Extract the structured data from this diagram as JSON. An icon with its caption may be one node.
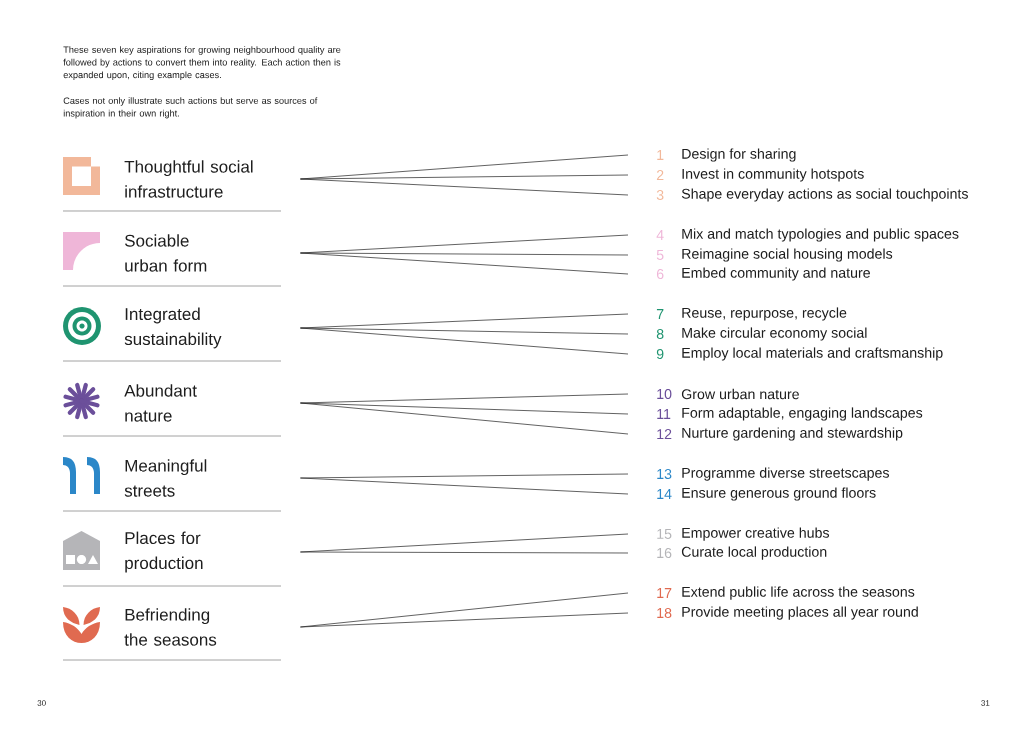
{
  "diagram": {
    "nodes": [
      {
        "text": [
          "Thoughtful social infrastructure"
        ]
      },
      {
        "text": [
          "Sociable urban form"
        ]
      },
      {
        "text": [
          "Integrated sustainability"
        ]
      },
      {
        "text": [
          "Abundant nature"
        ]
      },
      {
        "text": [
          "Meaningful streets"
        ]
      },
      {
        "text": [
          "Places for production"
        ]
      },
      {
        "text": [
          "Befriending the seasons"
        ]
      },
      {
        "text": [
          "Design for sharing"
        ],
        "beside": [
          "1"
        ]
      },
      {
        "text": [
          "Invest in community hotspots"
        ],
        "beside": [
          "2"
        ]
      },
      {
        "text": [
          "Shape everyday actions as social touchpoints"
        ],
        "beside": [
          "3"
        ]
      },
      {
        "text": [
          "Mix and match typologies and public spaces"
        ],
        "beside": [
          "4"
        ]
      },
      {
        "text": [
          "Reimagine social housing models"
        ],
        "beside": [
          "5"
        ]
      },
      {
        "text": [
          "Embed community and nature"
        ],
        "beside": [
          "6"
        ]
      },
      {
        "text": [
          "Reuse, repurpose, recycle"
        ],
        "beside": [
          "7"
        ]
      },
      {
        "text": [
          "Make circular economy social"
        ],
        "beside": [
          "8"
        ]
      },
      {
        "text": [
          "Employ local materials and craftsmanship"
        ],
        "beside": [
          "9"
        ]
      },
      {
        "text": [
          "Grow urban nature"
        ],
        "beside": [
          "10"
        ]
      },
      {
        "text": [
          "Form adaptable, engaging landscapes"
        ],
        "beside": [
          "11"
        ]
      },
      {
        "text": [
          "Nurture gardening and stewardship"
        ],
        "beside": [
          "12"
        ]
      },
      {
        "text": [
          "Programme diverse streetscapes"
        ],
        "beside": [
          "13"
        ]
      },
      {
        "text": [
          "Ensure generous ground floors"
        ],
        "beside": [
          "14"
        ]
      },
      {
        "text": [
          "Empower creative hubs"
        ],
        "beside": [
          "15"
        ]
      },
      {
        "text": [
          "Curate local production"
        ],
        "beside": [
          "16"
        ]
      },
      {
        "text": [
          "Extend public life across the seasons"
        ],
        "beside": [
          "17"
        ]
      },
      {
        "text": [
          "Provide meeting places all year round"
        ],
        "beside": [
          "18"
        ]
      }
    ],
    "edges": [
      {
        "from": 0,
        "to": 7,
        "arrow": "none"
      },
      {
        "from": 0,
        "to": 8,
        "arrow": "none"
      },
      {
        "from": 0,
        "to": 9,
        "arrow": "none"
      },
      {
        "from": 1,
        "to": 10,
        "arrow": "none"
      },
      {
        "from": 1,
        "to": 11,
        "arrow": "none"
      },
      {
        "from": 1,
        "to": 12,
        "arrow": "none"
      },
      {
        "from": 2,
        "to": 13,
        "arrow": "none"
      },
      {
        "from": 2,
        "to": 14,
        "arrow": "none"
      },
      {
        "from": 2,
        "to": 15,
        "arrow": "none"
      },
      {
        "from": 3,
        "to": 16,
        "arrow": "none"
      },
      {
        "from": 3,
        "to": 17,
        "arrow": "none"
      },
      {
        "from": 3,
        "to": 18,
        "arrow": "none"
      },
      {
        "from": 4,
        "to": 19,
        "arrow": "none"
      },
      {
        "from": 4,
        "to": 20,
        "arrow": "none"
      },
      {
        "from": 5,
        "to": 21,
        "arrow": "none"
      },
      {
        "from": 5,
        "to": 22,
        "arrow": "none"
      },
      {
        "from": 6,
        "to": 23,
        "arrow": "none"
      },
      {
        "from": 6,
        "to": 24,
        "arrow": "none"
      }
    ],
    "labels": [
      "These seven key aspirations for growing neighbourhood quality are followed by actions to convert them into reality. Each action then is expanded upon, citing example cases.",
      "Cases not only illustrate such actions but serve as sources of inspiration in their own right.",
      "30",
      "31"
    ]
  }
}
